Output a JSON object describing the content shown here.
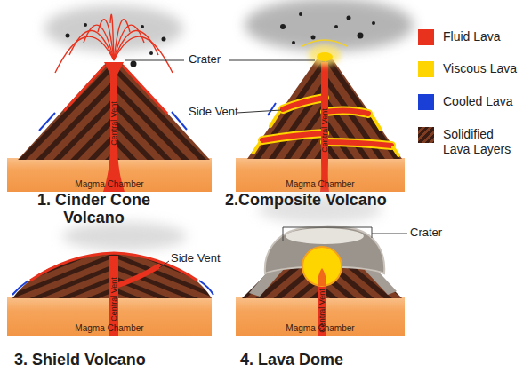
{
  "diagram": {
    "nodes": [
      {
        "text": [
          "Central Vent"
        ]
      },
      {
        "text": [
          "Magma Chamber"
        ]
      },
      {
        "text": [
          "Central Vent"
        ]
      },
      {
        "text": [
          "Magma Chamber"
        ]
      },
      {
        "text": [
          "Central Vent"
        ]
      },
      {
        "text": [
          "Magma Chamber"
        ]
      },
      {
        "text": [
          "Central Vent"
        ]
      },
      {
        "text": [
          "Magma Chamber"
        ]
      }
    ],
    "labels": [
      "Crater",
      "Side Vent",
      "1. Cinder Cone Volcano",
      "2.Composite Volcano",
      "Crater",
      "Side Vent",
      "3. Shield Volcano",
      "4. Lava Dome"
    ],
    "legend": [
      {
        "text": "Fluid Lava",
        "color": "#e8321e"
      },
      {
        "text": "Viscous Lava",
        "color": "#ffd500"
      },
      {
        "text": "Cooled Lava",
        "color": "#1a3fd6"
      },
      {
        "text": "Solidified Lava Layers"
      }
    ]
  }
}
